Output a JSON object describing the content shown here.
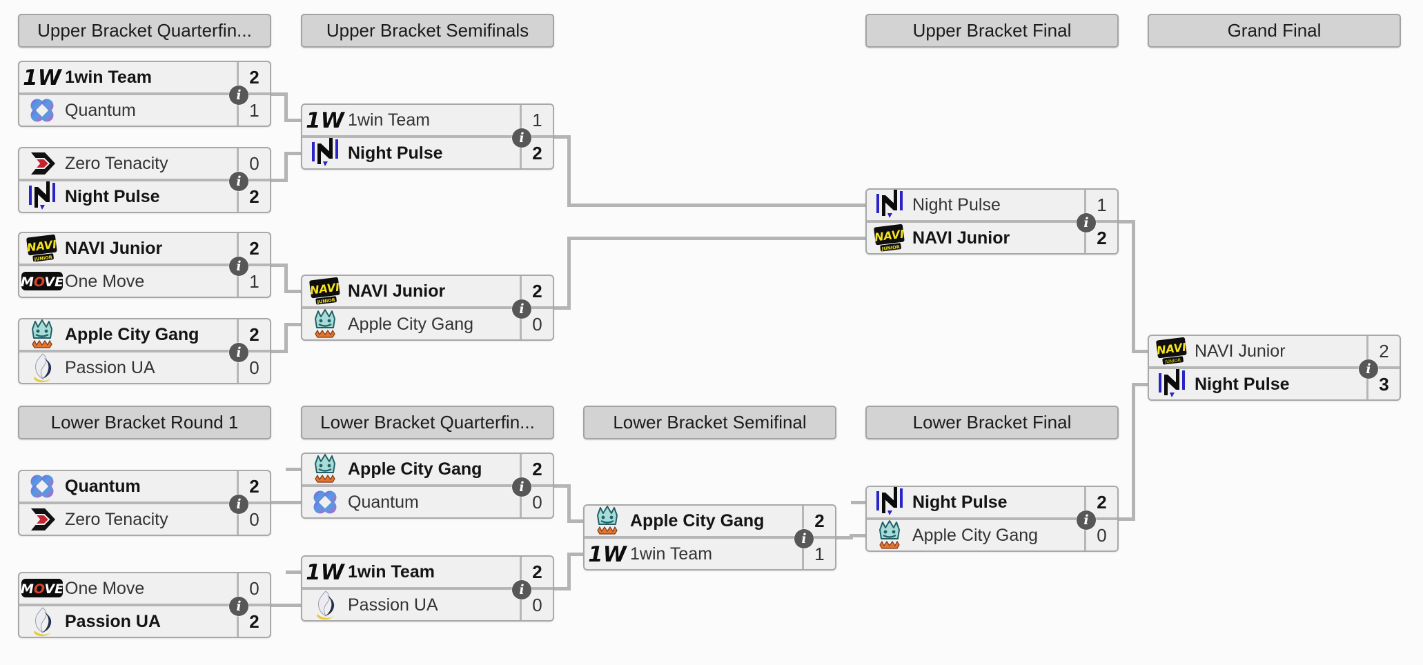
{
  "colors": {
    "page_bg": "#fbfbfb",
    "header_bg": "#d3d3d3",
    "header_border": "#a3a3a3",
    "row_bg": "#f0f0f0",
    "match_border": "#a8a8a8",
    "connector_line": "#b4b4b4",
    "info_badge_bg": "#575757",
    "winner_text": "#141414",
    "loser_text": "#333333"
  },
  "icons": {
    "info_glyph": "i"
  },
  "headers": [
    {
      "label": "Upper Bracket Quarterfin..."
    },
    {
      "label": "Upper Bracket Semifinals"
    },
    {
      "label": "Upper Bracket Final"
    },
    {
      "label": "Grand Final"
    },
    {
      "label": "Lower Bracket Round 1"
    },
    {
      "label": "Lower Bracket Quarterfin..."
    },
    {
      "label": "Lower Bracket Semifinal"
    },
    {
      "label": "Lower Bracket Final"
    }
  ],
  "matches": [
    {
      "id": "ub-quarterfinal-1",
      "top": {
        "team": "1win Team",
        "logo": "1win-team",
        "score": "2",
        "winner": true
      },
      "bottom": {
        "team": "Quantum",
        "logo": "quantum",
        "score": "1",
        "winner": false
      }
    },
    {
      "id": "ub-quarterfinal-2",
      "top": {
        "team": "Zero Tenacity",
        "logo": "zero-tenacity",
        "score": "0",
        "winner": false
      },
      "bottom": {
        "team": "Night Pulse",
        "logo": "night-pulse",
        "score": "2",
        "winner": true
      }
    },
    {
      "id": "ub-quarterfinal-3",
      "top": {
        "team": "NAVI Junior",
        "logo": "navi-junior",
        "score": "2",
        "winner": true
      },
      "bottom": {
        "team": "One Move",
        "logo": "one-move",
        "score": "1",
        "winner": false
      }
    },
    {
      "id": "ub-quarterfinal-4",
      "top": {
        "team": "Apple City Gang",
        "logo": "apple-city-gang",
        "score": "2",
        "winner": true
      },
      "bottom": {
        "team": "Passion UA",
        "logo": "passion-ua",
        "score": "0",
        "winner": false
      }
    },
    {
      "id": "ub-semifinal-1",
      "top": {
        "team": "1win Team",
        "logo": "1win-team",
        "score": "1",
        "winner": false
      },
      "bottom": {
        "team": "Night Pulse",
        "logo": "night-pulse",
        "score": "2",
        "winner": true
      }
    },
    {
      "id": "ub-semifinal-2",
      "top": {
        "team": "NAVI Junior",
        "logo": "navi-junior",
        "score": "2",
        "winner": true
      },
      "bottom": {
        "team": "Apple City Gang",
        "logo": "apple-city-gang",
        "score": "0",
        "winner": false
      }
    },
    {
      "id": "ub-final",
      "top": {
        "team": "Night Pulse",
        "logo": "night-pulse",
        "score": "1",
        "winner": false
      },
      "bottom": {
        "team": "NAVI Junior",
        "logo": "navi-junior",
        "score": "2",
        "winner": true
      }
    },
    {
      "id": "grand-final",
      "top": {
        "team": "NAVI Junior",
        "logo": "navi-junior",
        "score": "2",
        "winner": false
      },
      "bottom": {
        "team": "Night Pulse",
        "logo": "night-pulse",
        "score": "3",
        "winner": true
      }
    },
    {
      "id": "lb-round1-1",
      "top": {
        "team": "Quantum",
        "logo": "quantum",
        "score": "2",
        "winner": true
      },
      "bottom": {
        "team": "Zero Tenacity",
        "logo": "zero-tenacity",
        "score": "0",
        "winner": false
      }
    },
    {
      "id": "lb-round1-2",
      "top": {
        "team": "One Move",
        "logo": "one-move",
        "score": "0",
        "winner": false
      },
      "bottom": {
        "team": "Passion UA",
        "logo": "passion-ua",
        "score": "2",
        "winner": true
      }
    },
    {
      "id": "lb-quarterfinal-1",
      "top": {
        "team": "Apple City Gang",
        "logo": "apple-city-gang",
        "score": "2",
        "winner": true
      },
      "bottom": {
        "team": "Quantum",
        "logo": "quantum",
        "score": "0",
        "winner": false
      }
    },
    {
      "id": "lb-quarterfinal-2",
      "top": {
        "team": "1win Team",
        "logo": "1win-team",
        "score": "2",
        "winner": true
      },
      "bottom": {
        "team": "Passion UA",
        "logo": "passion-ua",
        "score": "0",
        "winner": false
      }
    },
    {
      "id": "lb-semifinal",
      "top": {
        "team": "Apple City Gang",
        "logo": "apple-city-gang",
        "score": "2",
        "winner": true
      },
      "bottom": {
        "team": "1win Team",
        "logo": "1win-team",
        "score": "1",
        "winner": false
      }
    },
    {
      "id": "lb-final",
      "top": {
        "team": "Night Pulse",
        "logo": "night-pulse",
        "score": "2",
        "winner": true
      },
      "bottom": {
        "team": "Apple City Gang",
        "logo": "apple-city-gang",
        "score": "0",
        "winner": false
      }
    }
  ]
}
